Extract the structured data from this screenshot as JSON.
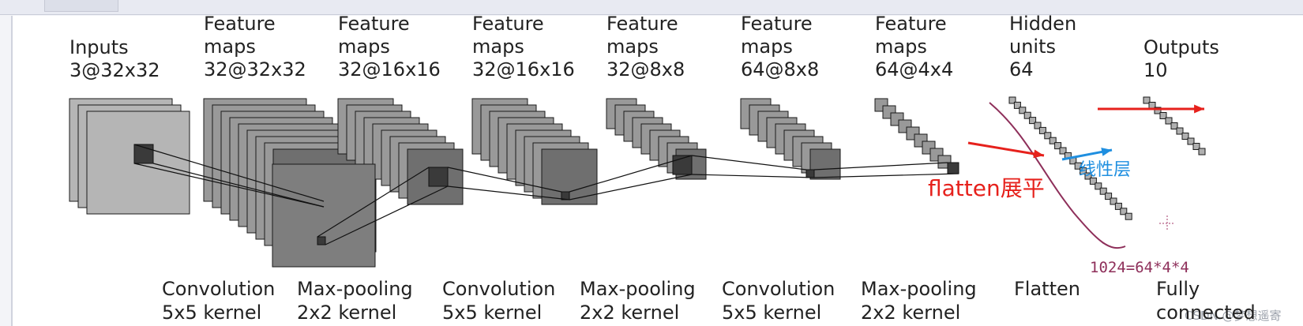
{
  "colors": {
    "background": "#ffffff",
    "map_fill": "#999999",
    "map_fill_light": "#b5b5b5",
    "map_fill_dark": "#6f6f6f",
    "text": "#222222",
    "annotation_red": "#e6211c",
    "annotation_blue": "#1f8fe0",
    "annotation_maroon": "#8e2f5a"
  },
  "header_labels": [
    {
      "line1": "Inputs",
      "line2": "3@32x32"
    },
    {
      "line1": "Feature",
      "line2": "maps",
      "line3": "32@32x32"
    },
    {
      "line1": "Feature",
      "line2": "maps",
      "line3": "32@16x16"
    },
    {
      "line1": "Feature",
      "line2": "maps",
      "line3": "32@16x16"
    },
    {
      "line1": "Feature",
      "line2": "maps",
      "line3": "32@8x8"
    },
    {
      "line1": "Feature",
      "line2": "maps",
      "line3": "64@8x8"
    },
    {
      "line1": "Feature",
      "line2": "maps",
      "line3": "64@4x4"
    },
    {
      "line1": "Hidden",
      "line2": "units",
      "line3": "64"
    },
    {
      "line1": "Outputs",
      "line2": "10"
    }
  ],
  "operation_labels": [
    {
      "line1": "Convolution",
      "line2": "5x5 kernel"
    },
    {
      "line1": "Max-pooling",
      "line2": "2x2 kernel"
    },
    {
      "line1": "Convolution",
      "line2": "5x5 kernel"
    },
    {
      "line1": "Max-pooling",
      "line2": "2x2 kernel"
    },
    {
      "line1": "Convolution",
      "line2": "5x5 kernel"
    },
    {
      "line1": "Max-pooling",
      "line2": "2x2 kernel"
    },
    {
      "line1": "Flatten",
      "line2": ""
    },
    {
      "line1": "Fully",
      "line2": "connected"
    }
  ],
  "annotations": {
    "flatten": "flatten展平",
    "linear": "线性层",
    "equation": "1024=64*4*4"
  },
  "watermark": "CSDN @梦想遥寄"
}
